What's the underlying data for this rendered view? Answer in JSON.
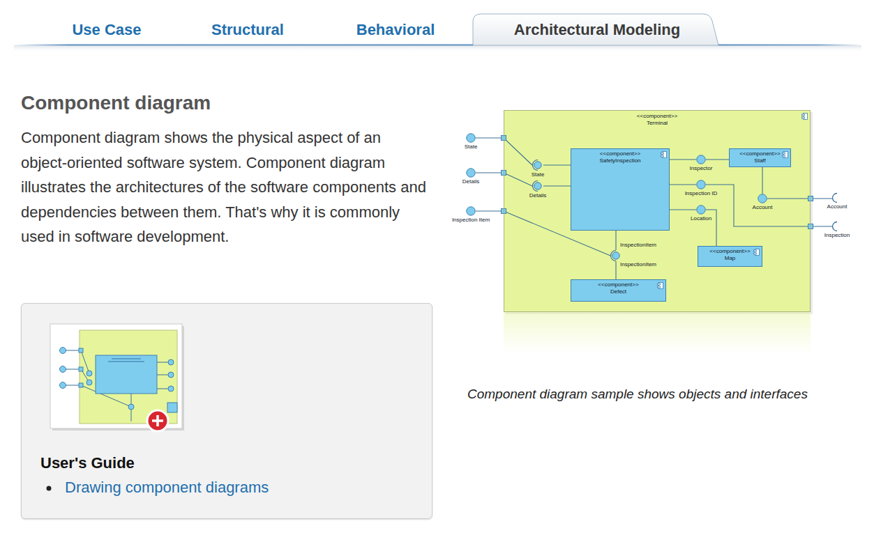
{
  "diagram": {
    "title": "Component diagram",
    "caption": "Component diagram sample shows objects and interfaces",
    "nodes": [
      {
        "text": [
          "State"
        ]
      },
      {
        "text": [
          "Details"
        ]
      },
      {
        "text": [
          "Inspection Item"
        ]
      },
      {
        "text": [
          "<<component>>",
          "Terminal"
        ]
      },
      {
        "text": [
          "State"
        ],
        "in": 3
      },
      {
        "text": [
          "Details"
        ],
        "in": 3
      },
      {
        "text": [
          "<<component>>",
          "SafetyInspection"
        ],
        "in": 3
      },
      {
        "text": [
          "Inspector"
        ],
        "in": 3
      },
      {
        "text": [
          "<<component>>",
          "Staff"
        ],
        "in": 3
      },
      {
        "text": [
          "Inspection ID"
        ],
        "in": 3
      },
      {
        "text": [
          "Account"
        ],
        "in": 3
      },
      {
        "text": [
          "Location"
        ],
        "in": 3
      },
      {
        "text": [
          "InspectionItem",
          "InspectionItem"
        ],
        "in": 3
      },
      {
        "text": [
          "<<component>>",
          "Map"
        ],
        "in": 3
      },
      {
        "text": [
          "<<component>>",
          "Defect"
        ],
        "in": 3
      },
      {
        "text": [
          "Account"
        ]
      },
      {
        "text": [
          "Inspection"
        ]
      },
      {
        "text": [
          "User's Guide",
          "Drawing component diagrams"
        ]
      }
    ],
    "edges": [
      {
        "from": 0,
        "to": 4,
        "arrow": "none"
      },
      {
        "from": 1,
        "to": 5,
        "arrow": "none"
      },
      {
        "from": 2,
        "to": 12,
        "arrow": "none"
      },
      {
        "from": 4,
        "to": 6,
        "arrow": "none"
      },
      {
        "from": 5,
        "to": 6,
        "arrow": "none"
      },
      {
        "from": 6,
        "to": 7,
        "arrow": "none"
      },
      {
        "from": 7,
        "to": 8,
        "arrow": "none"
      },
      {
        "from": 6,
        "to": 9,
        "arrow": "none"
      },
      {
        "from": 9,
        "to": 16,
        "arrow": "none"
      },
      {
        "from": 6,
        "to": 11,
        "arrow": "none"
      },
      {
        "from": 11,
        "to": 13,
        "arrow": "none"
      },
      {
        "from": 6,
        "to": 12,
        "arrow": "none"
      },
      {
        "from": 12,
        "to": 14,
        "arrow": "none"
      },
      {
        "from": 8,
        "to": 10,
        "arrow": "none"
      },
      {
        "from": 10,
        "to": 15,
        "arrow": "none"
      }
    ],
    "labels": [
      "Use Case",
      "Structural",
      "Behavioral",
      "Architectural Modeling",
      "Component diagram shows the physical aspect of an object-oriented software system. Component diagram illustrates the architectures of the software components and dependencies between them. That's why it is commonly used in software development."
    ]
  }
}
